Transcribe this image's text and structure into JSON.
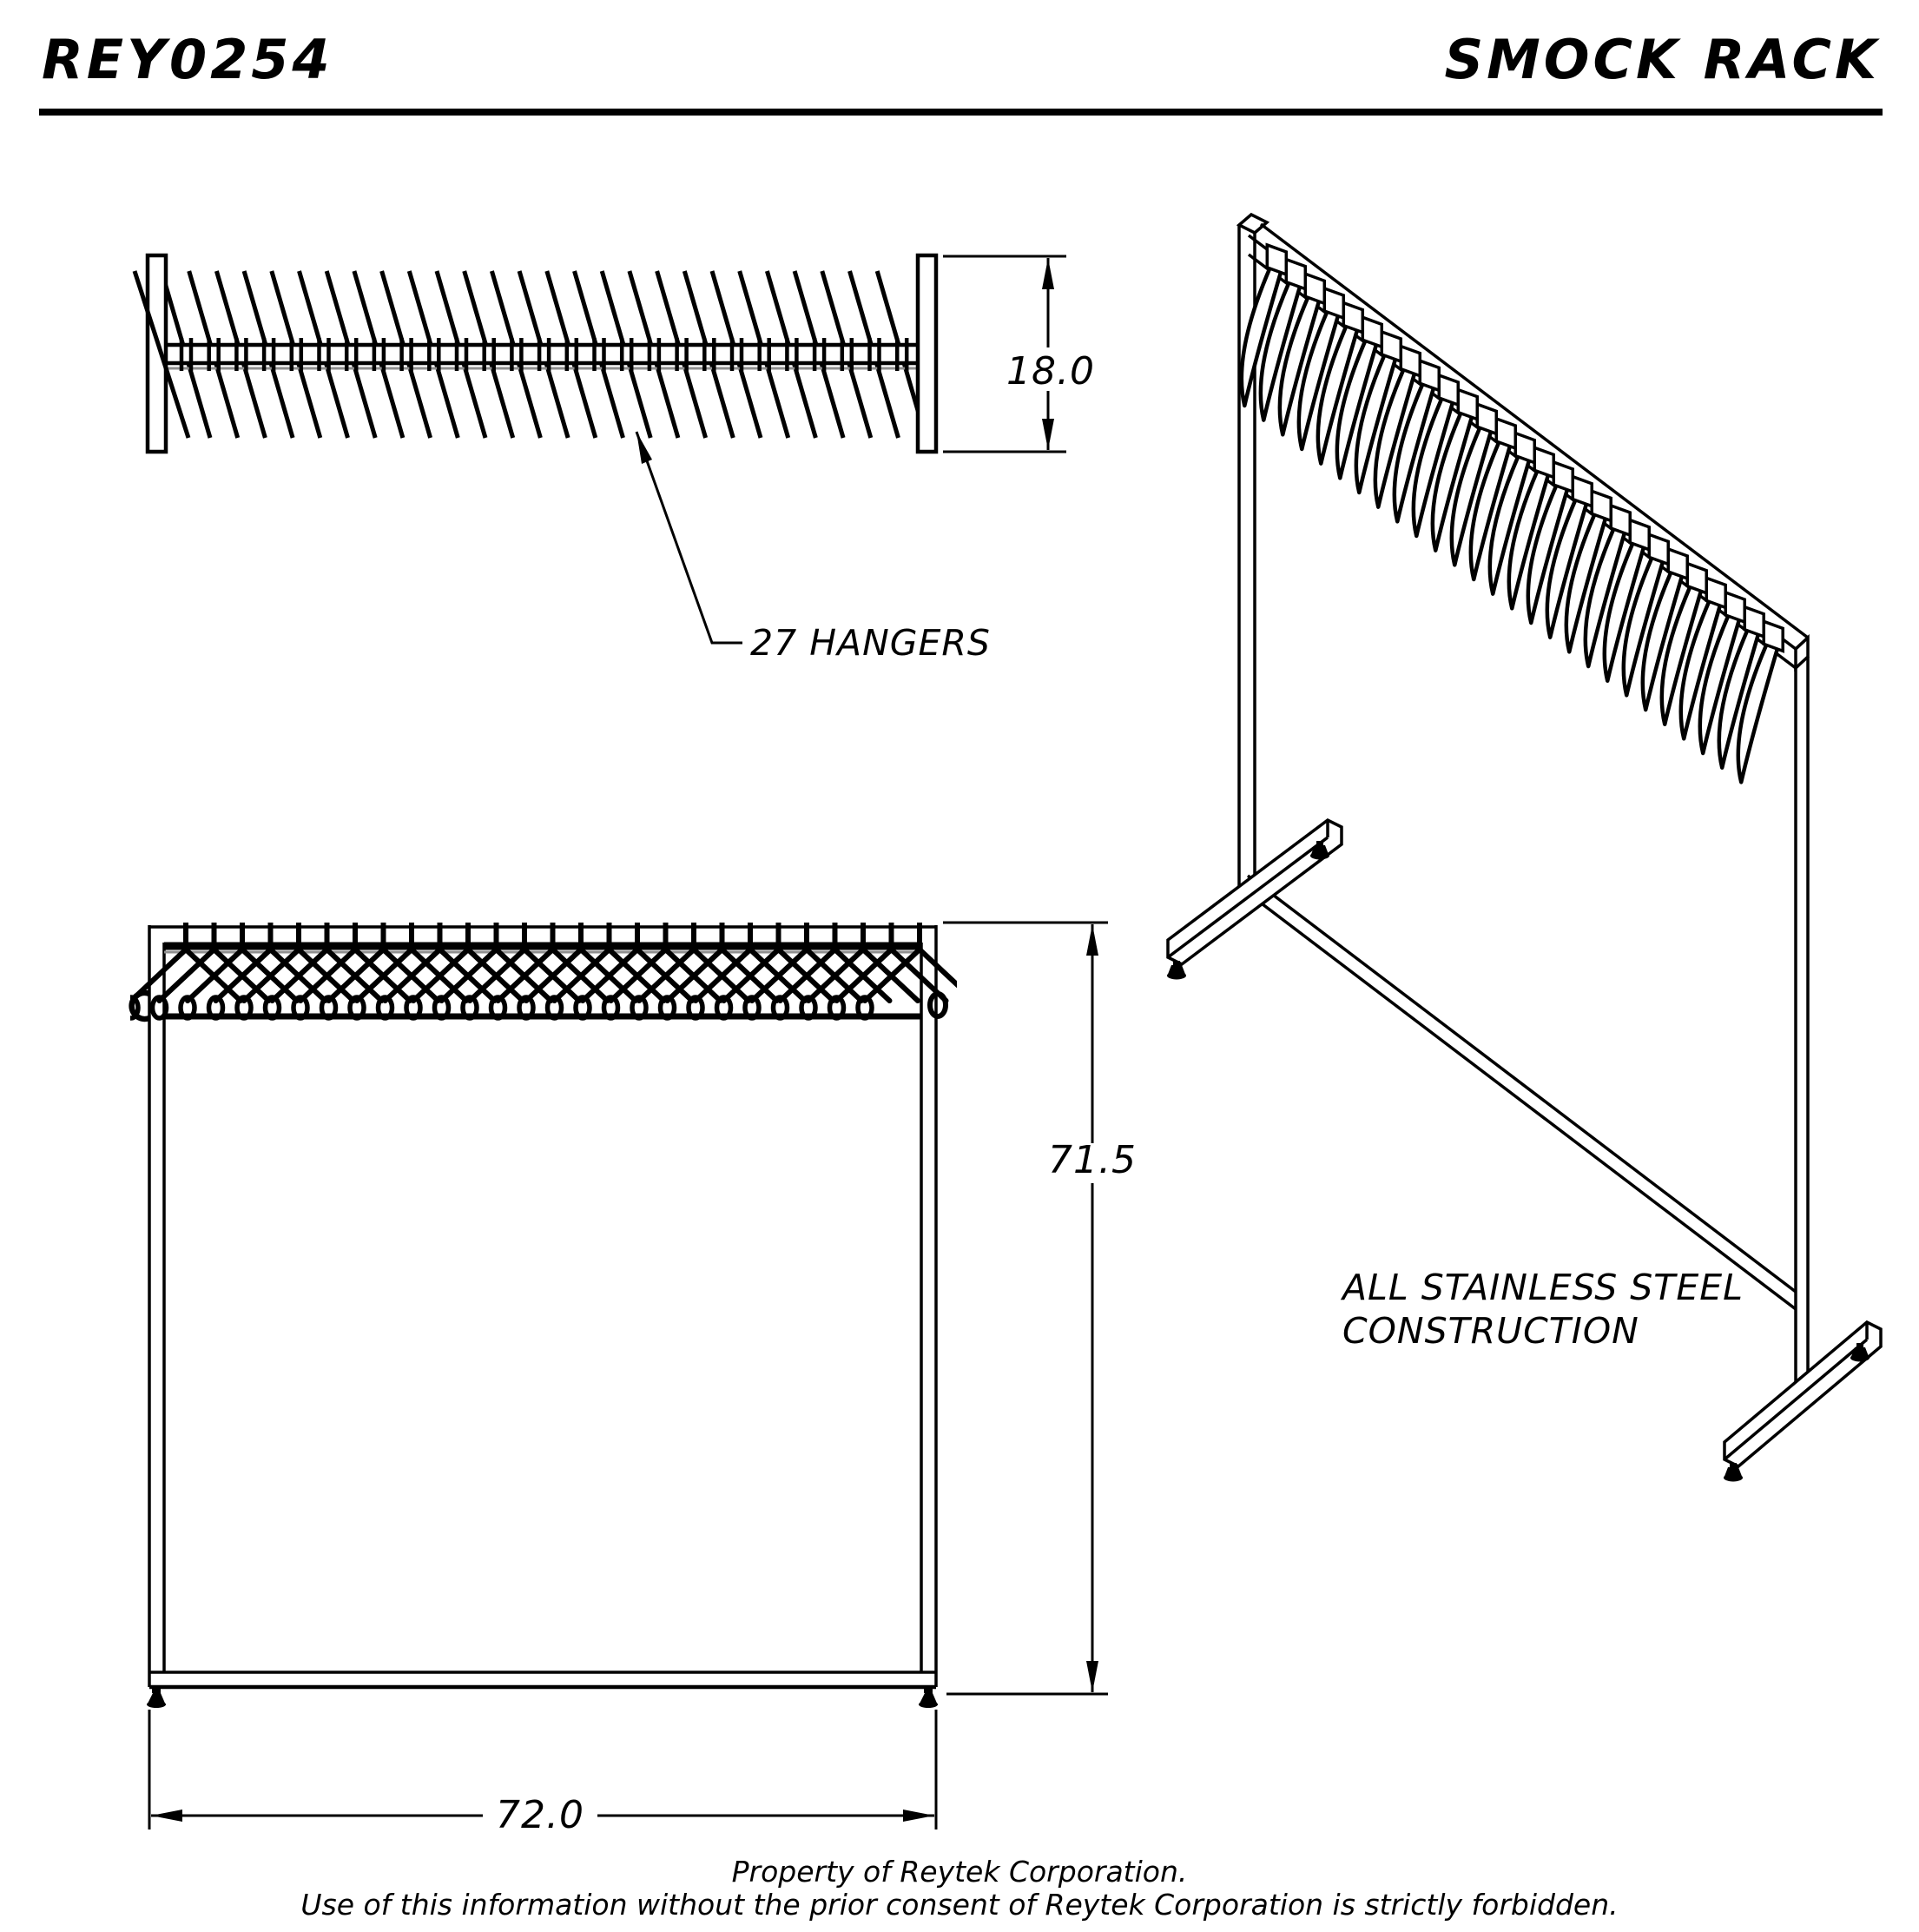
{
  "header": {
    "part_number": "REY0254",
    "title": "SMOCK RACK"
  },
  "dimensions": {
    "depth": "18.0",
    "height": "71.5",
    "width": "72.0"
  },
  "annotations": {
    "hangers_label": "27 HANGERS",
    "note_line1": "ALL STAINLESS STEEL",
    "note_line2": "CONSTRUCTION"
  },
  "drawing": {
    "hanger_count": 27,
    "line_color": "#000000",
    "shadow_color": "#8f8f8f",
    "background": "#ffffff"
  },
  "footer": {
    "line1": "Property of Reytek Corporation.",
    "line2": "Use of this information without the prior consent of Reytek Corporation is strictly forbidden."
  }
}
